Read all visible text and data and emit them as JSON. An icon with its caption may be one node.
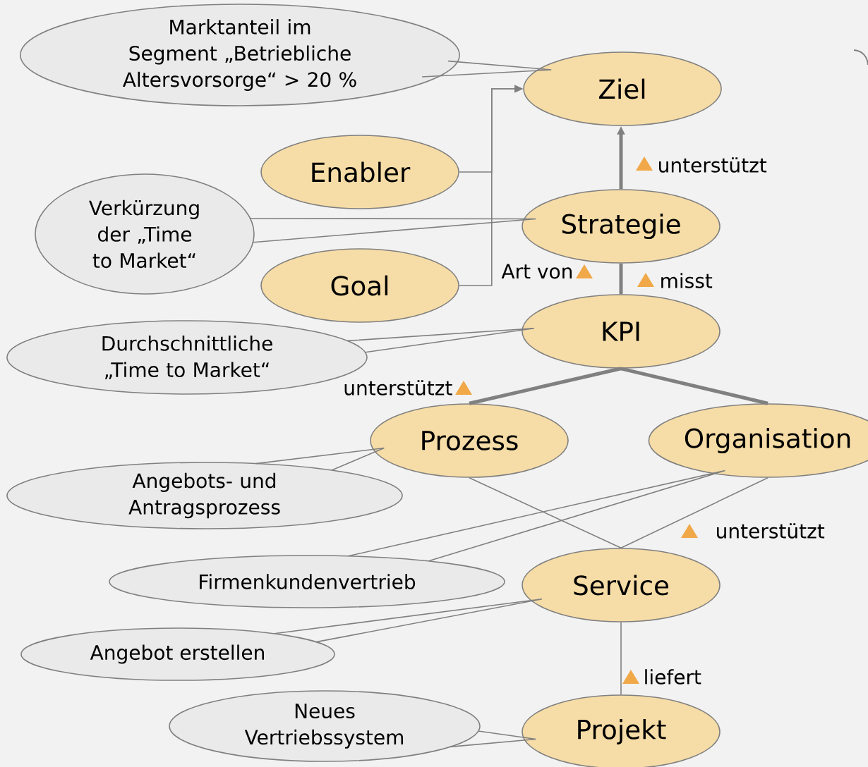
{
  "diagram": {
    "nodes": [
      {
        "text": [
          "Ziel"
        ]
      },
      {
        "text": [
          "Enabler"
        ]
      },
      {
        "text": [
          "Strategie"
        ]
      },
      {
        "text": [
          "Goal"
        ]
      },
      {
        "text": [
          "KPI"
        ]
      },
      {
        "text": [
          "Prozess"
        ]
      },
      {
        "text": [
          "Organisation"
        ]
      },
      {
        "text": [
          "Service"
        ]
      },
      {
        "text": [
          "Projekt"
        ]
      },
      {
        "text": [
          "Marktanteil im Segment „Betriebliche Altersvorsorge“ > 20 %"
        ]
      },
      {
        "text": [
          "Verkürzung der „Time to Market“"
        ]
      },
      {
        "text": [
          "Durchschnittliche „Time to Market“"
        ]
      },
      {
        "text": [
          "Angebots- und Antragsprozess"
        ]
      },
      {
        "text": [
          "Firmenkundenvertrieb"
        ]
      },
      {
        "text": [
          "Angebot erstellen"
        ]
      },
      {
        "text": [
          "Neues Vertriebssystem"
        ]
      }
    ],
    "edges": [
      {
        "from": 1,
        "to": 0,
        "arrow": "to"
      },
      {
        "from": 3,
        "to": 0,
        "arrow": "to",
        "label": "Art von"
      },
      {
        "from": 2,
        "to": 0,
        "arrow": "to",
        "style": "thick",
        "label": "unterstützt"
      },
      {
        "from": 4,
        "to": 2,
        "arrow": "none",
        "style": "thick",
        "label": "misst"
      },
      {
        "from": 5,
        "to": 4,
        "arrow": "none",
        "style": "thick",
        "label": "unterstützt"
      },
      {
        "from": 6,
        "to": 4,
        "arrow": "none",
        "style": "thick"
      },
      {
        "from": 5,
        "to": 7,
        "arrow": "none"
      },
      {
        "from": 6,
        "to": 7,
        "arrow": "none",
        "label": "unterstützt"
      },
      {
        "from": 7,
        "to": 8,
        "arrow": "none",
        "label": "liefert"
      },
      {
        "from": 9,
        "to": 0,
        "arrow": "none"
      },
      {
        "from": 10,
        "to": 2,
        "arrow": "none"
      },
      {
        "from": 11,
        "to": 4,
        "arrow": "none"
      },
      {
        "from": 12,
        "to": 5,
        "arrow": "none"
      },
      {
        "from": 13,
        "to": 6,
        "arrow": "none"
      },
      {
        "from": 14,
        "to": 7,
        "arrow": "none"
      },
      {
        "from": 15,
        "to": 8,
        "arrow": "none"
      }
    ]
  }
}
